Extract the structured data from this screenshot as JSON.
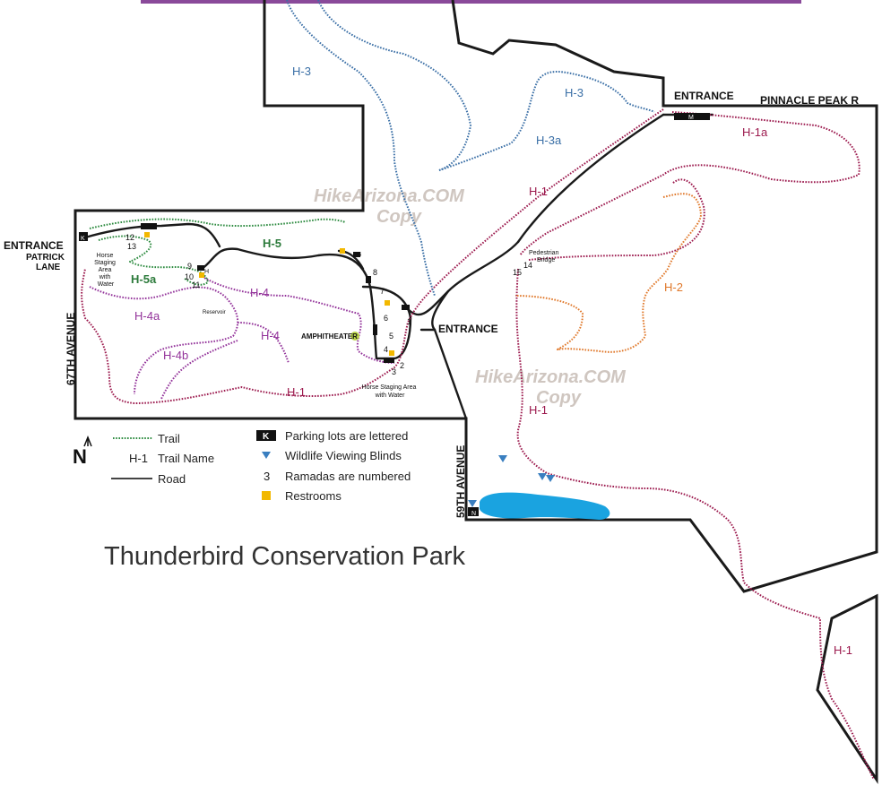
{
  "title": "Thunderbird Conservation Park",
  "watermark": {
    "line1": "HikeArizona.COM",
    "line2": "Copy"
  },
  "entrances": {
    "north": "ENTRANCE",
    "east": "ENTRANCE",
    "west": "ENTRANCE",
    "west_road": "PATRICK LANE"
  },
  "roads": {
    "pinnacle": "PINNACLE PEAK R",
    "ave67": "67TH AVENUE",
    "ave59": "59TH AVENUE"
  },
  "trails": {
    "h1": "H-1",
    "h1a": "H-1a",
    "h2": "H-2",
    "h3": "H-3",
    "h3a": "H-3a",
    "h4": "H-4",
    "h4a": "H-4a",
    "h4b": "H-4b",
    "h5": "H-5",
    "h5a": "H-5a"
  },
  "places": {
    "pedestrian_bridge": "Pedestrian Bridge",
    "amphitheater": "AMPHITHEATER",
    "reservoir": "Reservoir",
    "horse_staging_west": [
      "Horse",
      "Staging",
      "Area",
      "with",
      "Water"
    ],
    "horse_staging_south": [
      "Horse Staging Area",
      "with Water"
    ]
  },
  "parking_lots": [
    "J",
    "K",
    "H",
    "G",
    "F",
    "E",
    "D",
    "C",
    "B",
    "M",
    "N"
  ],
  "ramadas": [
    "1",
    "2",
    "3",
    "4",
    "5",
    "6",
    "7",
    "8",
    "9",
    "10",
    "11",
    "12",
    "13",
    "14",
    "15"
  ],
  "legend": {
    "north": "N",
    "trail_symbol": "H-1",
    "trail": "Trail",
    "trail_name": "Trail Name",
    "road": "Road",
    "parking_symbol": "K",
    "parking": "Parking lots are lettered",
    "blinds": "Wildlife Viewing Blinds",
    "ramada_symbol": "3",
    "ramadas": "Ramadas are numbered",
    "restrooms": "Restrooms"
  },
  "colors": {
    "h1": "#9c1a4e",
    "h2": "#e0782a",
    "h3": "#3a6fa6",
    "h4": "#93339a",
    "h5": "#2b8a3e",
    "banner": "#8a4a9a",
    "lake": "#1aa3e0",
    "restroom": "#f2b800",
    "blind": "#3a7fc0"
  }
}
